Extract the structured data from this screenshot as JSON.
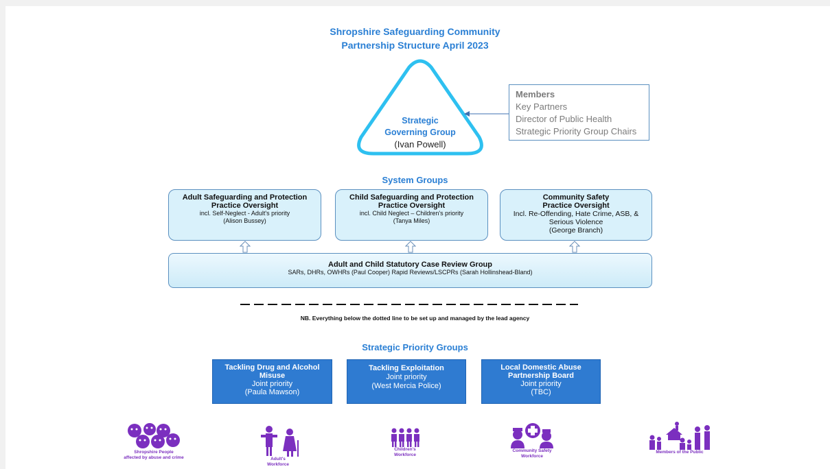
{
  "title": {
    "line1": "Shropshire Safeguarding Community",
    "line2": "Partnership Structure  April 2023"
  },
  "strategic_group": {
    "line1": "Strategic",
    "line2": "Governing Group",
    "chair": "(Ivan Powell)"
  },
  "members": {
    "heading": "Members",
    "items": [
      "Key Partners",
      "Director of Public Health",
      "Strategic Priority Group Chairs"
    ]
  },
  "system_groups": {
    "heading": "System Groups",
    "boxes": [
      {
        "title1": "Adult Safeguarding and Protection",
        "title2": "Practice Oversight",
        "line1": "incl. Self-Neglect - Adult's priority",
        "line2": "(Alison Bussey)",
        "line3": ""
      },
      {
        "title1": "Child Safeguarding and Protection",
        "title2": "Practice Oversight",
        "line1": "incl. Child Neglect – Children's priority",
        "line2": "(Tanya Miles)",
        "line3": ""
      },
      {
        "title1": "Community Safety",
        "title2": "Practice Oversight",
        "line1": "Incl. Re-Offending, Hate Crime, ASB, &",
        "line2": "Serious Violence",
        "line3": "(George Branch)"
      }
    ],
    "review": {
      "title": "Adult and Child Statutory Case Review Group",
      "line": "SARs, DHRs, OWHRs  (Paul Cooper) Rapid Reviews/LSCPRs (Sarah Hollinshead-Bland)"
    }
  },
  "note": "NB. Everything below the dotted line to be set up and managed by the lead agency",
  "priority_groups": {
    "heading": "Strategic Priority Groups",
    "boxes": [
      {
        "title1": "Tackling Drug and Alcohol",
        "title2": "Misuse",
        "line1": "Joint priority",
        "line2": "(Paula Mawson)"
      },
      {
        "title1": "Tackling Exploitation",
        "title2": "",
        "line1": "Joint priority",
        "line2": "(West Mercia Police)"
      },
      {
        "title1": "Local Domestic Abuse",
        "title2": "Partnership Board",
        "line1": "Joint priority",
        "line2": "(TBC)"
      }
    ]
  },
  "footer_icons": [
    {
      "icon": "sad-faces-icon",
      "label1": "Shropshire People",
      "label2": "affected by abuse and crime"
    },
    {
      "icon": "adult-carer-icon",
      "label1": "Adult's",
      "label2": "Workforce"
    },
    {
      "icon": "children-group-icon",
      "label1": "Children's",
      "label2": "Workforce"
    },
    {
      "icon": "community-safety-icon",
      "label1": "Community Safety",
      "label2": "Workforce"
    },
    {
      "icon": "families-icon",
      "label1": "Members of the Public",
      "label2": ""
    }
  ],
  "colors": {
    "accent": "#2a7fd4",
    "box_fill": "#d9f1fb",
    "priority_fill": "#2f7bd1",
    "icon_purple": "#7b2fbf"
  }
}
